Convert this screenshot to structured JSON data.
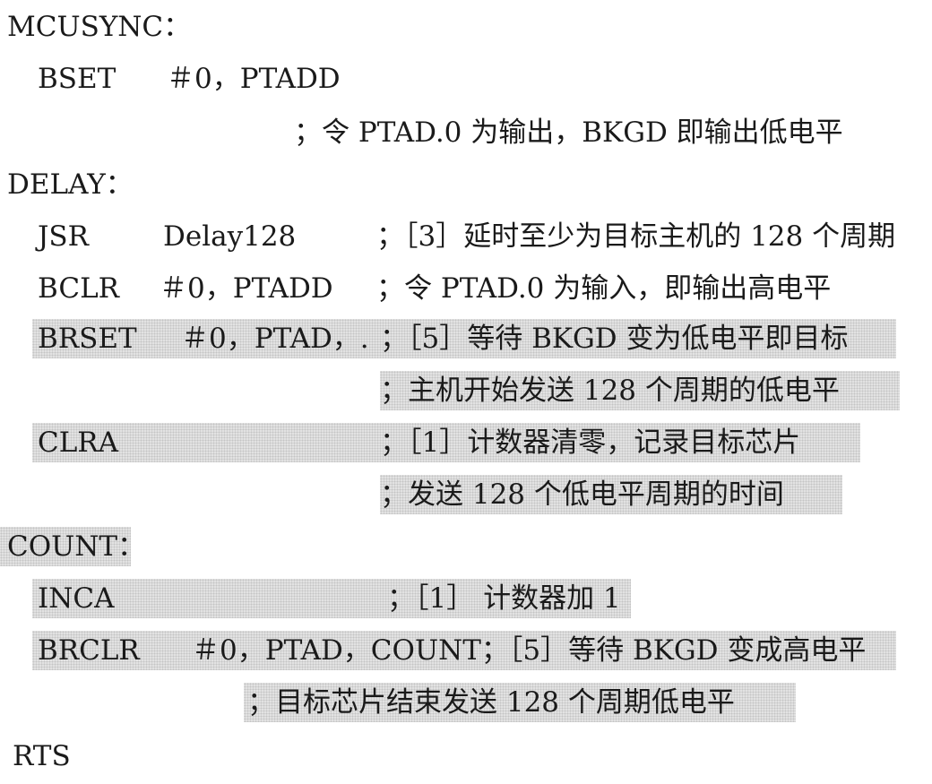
{
  "listing": {
    "l01": {
      "label": "MCUSYNC："
    },
    "l02": {
      "op": "BSET",
      "args": "＃0，PTADD"
    },
    "l03": {
      "comment": "；令 PTAD.0 为输出，BKGD 即输出低电平"
    },
    "l04": {
      "label": "DELAY："
    },
    "l05": {
      "op": "JSR",
      "args": "Delay128",
      "comment": "；［3］延时至少为目标主机的 128 个周期"
    },
    "l06": {
      "op": "BCLR",
      "args": "＃0，PTADD",
      "comment": "；令 PTAD.0 为输入，即输出高电平"
    },
    "l07": {
      "op": "BRSET",
      "args": "＃0，PTAD，.",
      "comment": "；［5］等待 BKGD 变为低电平即目标"
    },
    "l08": {
      "comment": "；主机开始发送 128 个周期的低电平"
    },
    "l09": {
      "op": "CLRA",
      "comment": "；［1］计数器清零，记录目标芯片"
    },
    "l10": {
      "comment": "；发送 128 个低电平周期的时间"
    },
    "l11": {
      "label": "COUNT："
    },
    "l12": {
      "op": "INCA",
      "comment": "；［1］ 计数器加 1"
    },
    "l13": {
      "op": "BRCLR",
      "args": "＃0，PTAD，COUNT；［5］等待 BKGD 变成高电平"
    },
    "l14": {
      "comment": "；目标芯片结束发送 128 个周期低电平"
    },
    "l15": {
      "op": "RTS"
    }
  }
}
